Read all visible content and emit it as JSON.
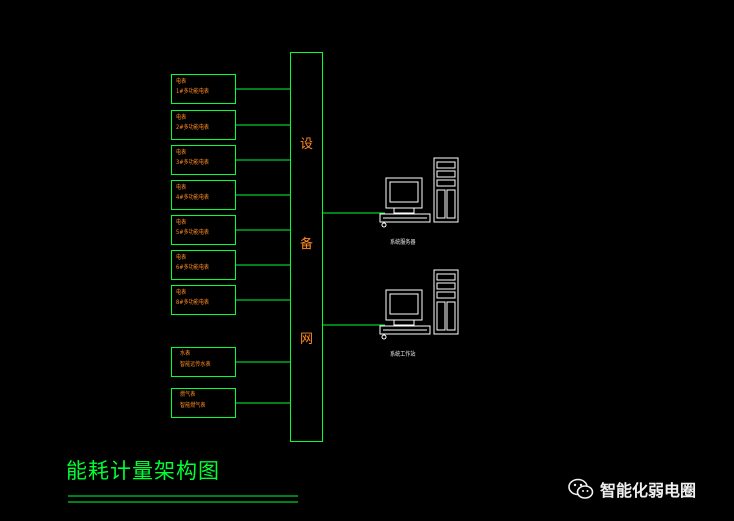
{
  "diagram": {
    "title": "能耗计量架构图",
    "bus_chars": [
      "设",
      "备",
      "网"
    ],
    "meters": [
      {
        "line1": "电表",
        "line2": "1#多功能电表"
      },
      {
        "line1": "电表",
        "line2": "2#多功能电表"
      },
      {
        "line1": "电表",
        "line2": "3#多功能电表"
      },
      {
        "line1": "电表",
        "line2": "4#多功能电表"
      },
      {
        "line1": "电表",
        "line2": "5#多功能电表"
      },
      {
        "line1": "电表",
        "line2": "6#多功能电表"
      },
      {
        "line1": "电表",
        "line2": "8#多功能电表"
      },
      {
        "line1": "水表",
        "line2": "智能远传水表"
      },
      {
        "line1": "燃气表",
        "line2": "智能燃气表"
      }
    ],
    "workstations": [
      {
        "label": "系统服务器"
      },
      {
        "label": "系统工作站"
      }
    ],
    "line_color": "#00ff33",
    "text_color": "#ff8a1f"
  },
  "watermark": {
    "text": "智能化弱电圈",
    "icon": "wechat-icon"
  }
}
